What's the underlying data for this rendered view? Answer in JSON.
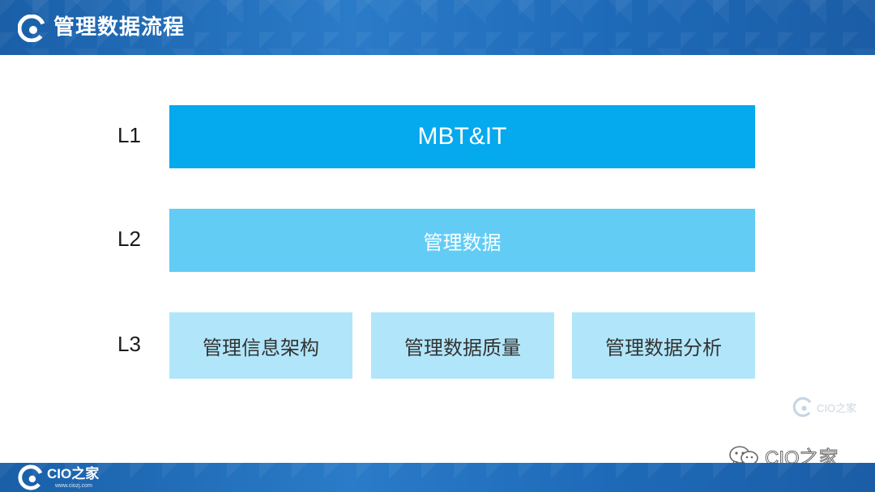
{
  "header": {
    "title": "管理数据流程"
  },
  "levels": {
    "l1": {
      "label": "L1",
      "box": "MBT&IT"
    },
    "l2": {
      "label": "L2",
      "box": "管理数据"
    },
    "l3": {
      "label": "L3",
      "boxes": [
        "管理信息架构",
        "管理数据质量",
        "管理数据分析"
      ]
    }
  },
  "watermark": {
    "brand": "CIO之家"
  },
  "signature": {
    "text": "CIO之家",
    "icon": "wechat-icon"
  },
  "footer": {
    "brand": "CIO之家",
    "url": "www.ciozj.com"
  },
  "colors": {
    "l1": "#04a9ee",
    "l2": "#62ccf5",
    "l3": "#b1e6fa",
    "header": "#1e6ab8"
  }
}
